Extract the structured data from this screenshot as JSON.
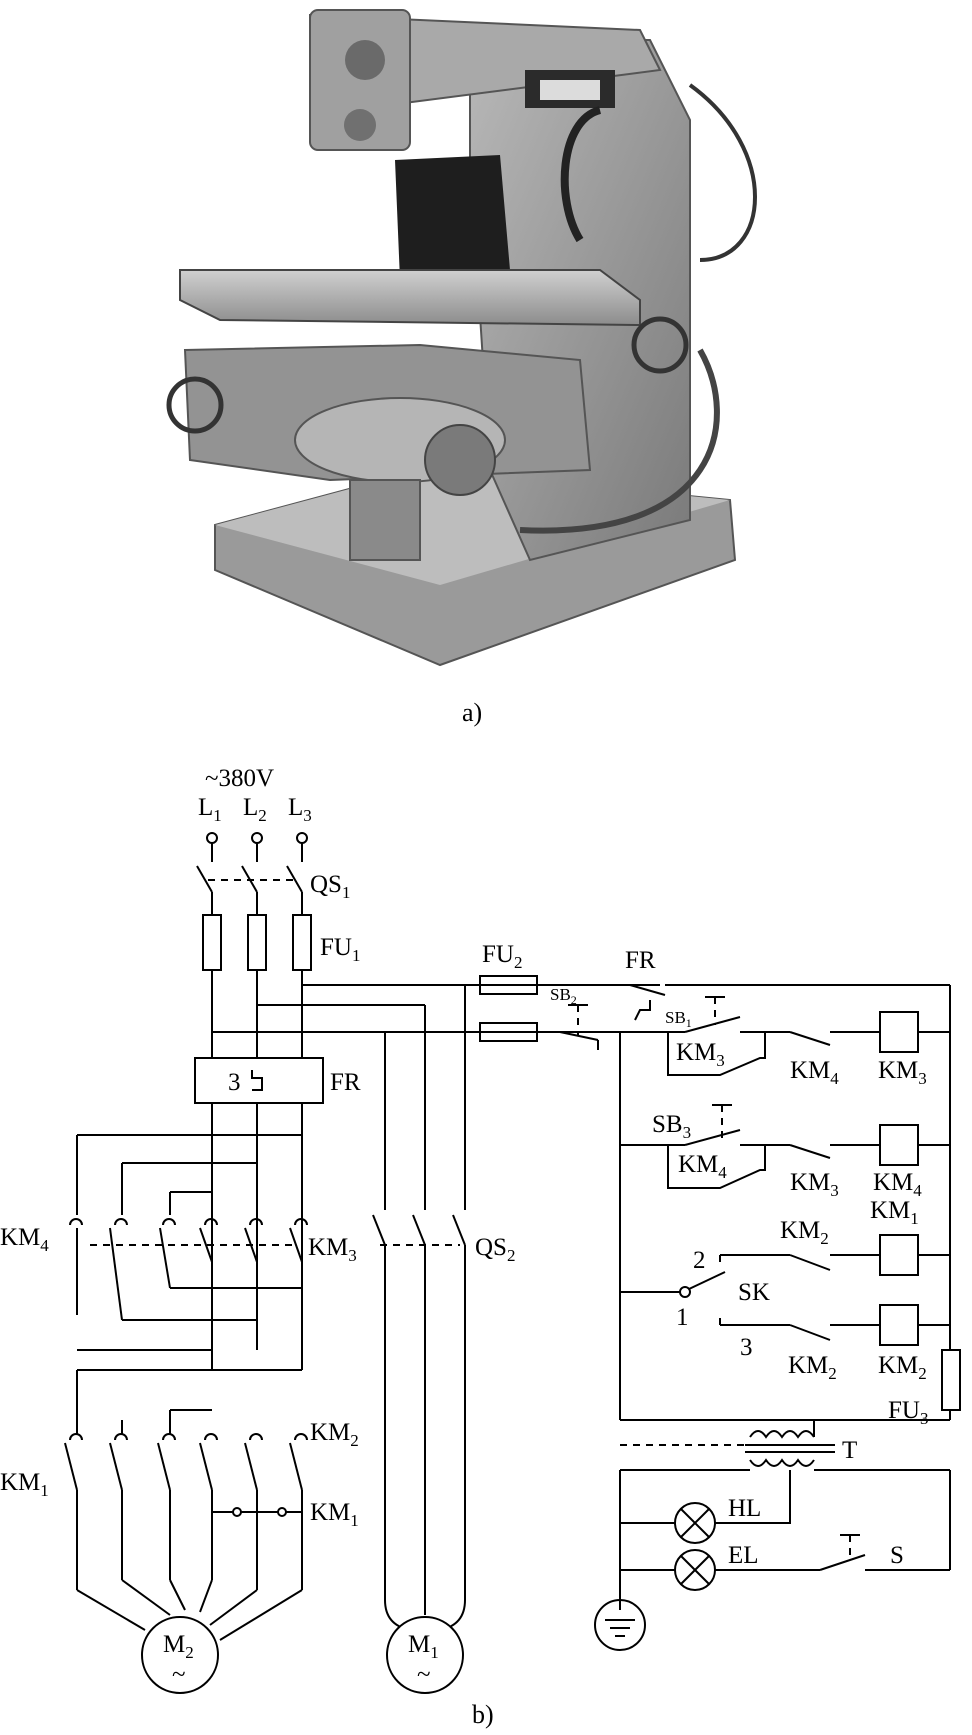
{
  "figure": {
    "caption_a": "a)",
    "caption_b": "b)"
  },
  "schematic": {
    "supply": {
      "voltage": "~380V",
      "phases": [
        "L",
        "L",
        "L"
      ],
      "phase_subs": [
        "1",
        "2",
        "3"
      ]
    },
    "labels": {
      "QS1": {
        "base": "QS",
        "sub": "1"
      },
      "FU1": {
        "base": "FU",
        "sub": "1"
      },
      "FU2": {
        "base": "FU",
        "sub": "2"
      },
      "FU3": {
        "base": "FU",
        "sub": "3"
      },
      "FR_overload": "FR",
      "FR_block_num": "3",
      "FR_contact": "FR",
      "SB2": {
        "base": "SB",
        "sub": "2"
      },
      "SB1": {
        "base": "SB",
        "sub": "1"
      },
      "SB3": {
        "base": "SB",
        "sub": "3"
      },
      "KM3_hold": {
        "base": "KM",
        "sub": "3"
      },
      "KM4_inter": {
        "base": "KM",
        "sub": "4"
      },
      "KM3_coil": {
        "base": "KM",
        "sub": "3"
      },
      "KM4_hold": {
        "base": "KM",
        "sub": "4"
      },
      "KM3_inter": {
        "base": "KM",
        "sub": "3"
      },
      "KM4_coil": {
        "base": "KM",
        "sub": "4"
      },
      "KM1_coil": {
        "base": "KM",
        "sub": "1"
      },
      "KM2_top": {
        "base": "KM",
        "sub": "2"
      },
      "KM2_bot": {
        "base": "KM",
        "sub": "2"
      },
      "KM2_coil": {
        "base": "KM",
        "sub": "2"
      },
      "SK": "SK",
      "sk_pos1": "1",
      "sk_pos2": "2",
      "sk_pos3": "3",
      "KM4_main": {
        "base": "KM",
        "sub": "4"
      },
      "KM3_main": {
        "base": "KM",
        "sub": "3"
      },
      "QS2": {
        "base": "QS",
        "sub": "2"
      },
      "KM2_main": {
        "base": "KM",
        "sub": "2"
      },
      "KM1_main": {
        "base": "KM",
        "sub": "1"
      },
      "KM1_aux": {
        "base": "KM",
        "sub": "1"
      },
      "T": "T",
      "HL": "HL",
      "EL": "EL",
      "S": "S",
      "M2": {
        "base": "M",
        "sub": "2",
        "symbol": "~"
      },
      "M1": {
        "base": "M",
        "sub": "1",
        "symbol": "~"
      }
    }
  }
}
